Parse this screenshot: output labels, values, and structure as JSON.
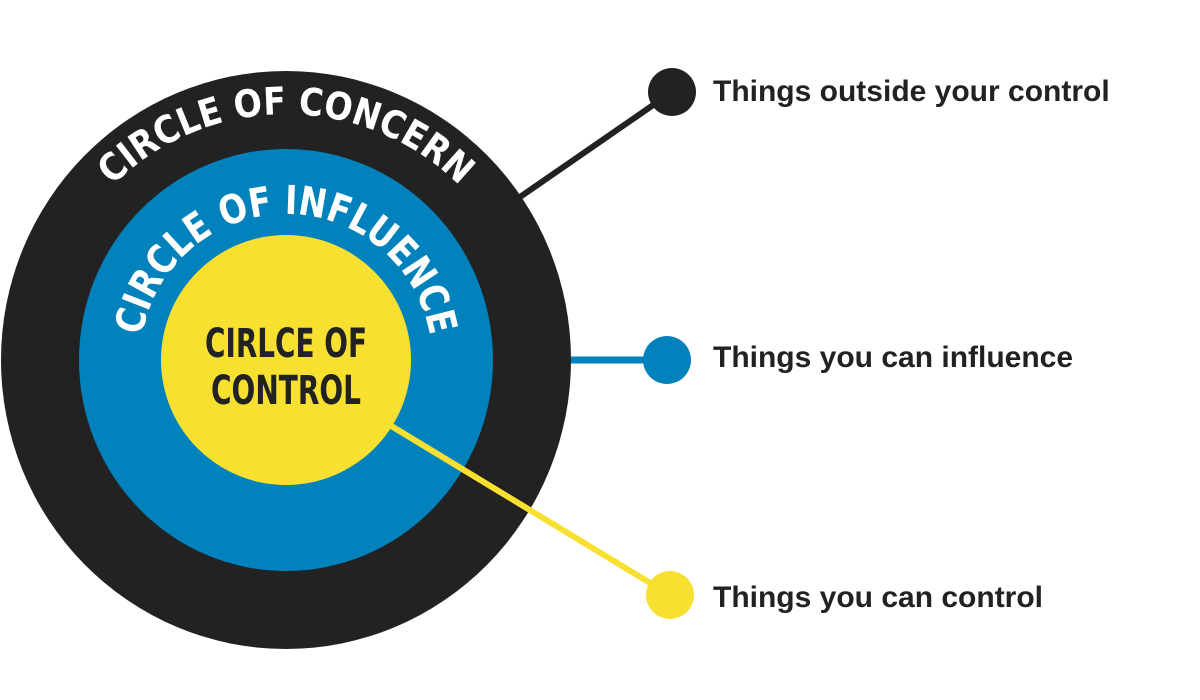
{
  "diagram": {
    "colors": {
      "concern": "#222222",
      "influence": "#0282BC",
      "control": "#F8E030",
      "arc_text": "#FFFFFF",
      "center_text": "#222222",
      "label_text": "#222222"
    },
    "rings": {
      "concern": {
        "label": "CIRCLE OF CONCERN"
      },
      "influence": {
        "label": "CIRCLE OF INFLUENCE"
      },
      "control": {
        "label_line1": "CIRLCE OF",
        "label_line2": "CONTROL"
      }
    },
    "legend": [
      {
        "key": "concern",
        "text": "Things outside your control",
        "dot_color": "#222222"
      },
      {
        "key": "influence",
        "text": "Things you can influence",
        "dot_color": "#0282BC"
      },
      {
        "key": "control",
        "text": "Things you can control",
        "dot_color": "#F8E030"
      }
    ]
  }
}
